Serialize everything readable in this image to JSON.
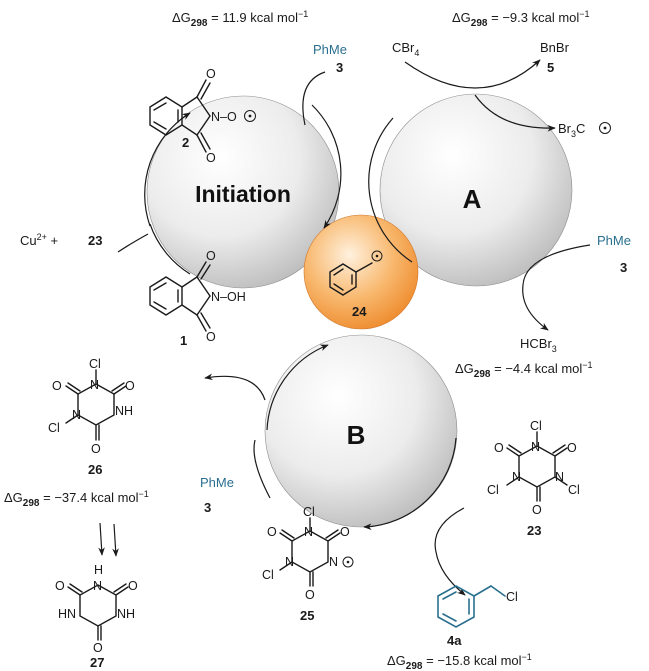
{
  "energies": {
    "initiation": "11.9",
    "cbr4_step": "−9.3",
    "hcbr3_step": "−4.4",
    "cyanuric_step": "−37.4",
    "benzyl_chloride_step": "−15.8",
    "delta_g_label": "ΔG",
    "subscript": "298",
    "unit": "kcal mol",
    "unit_exp": "−1"
  },
  "cycles": {
    "initiation": "Initiation",
    "a": "A",
    "b": "B"
  },
  "reagents": {
    "phme": "PhMe",
    "cbr4_main": "CBr",
    "cbr4_sub": "4",
    "bnbr": "BnBr",
    "br3c_main": "Br",
    "br3c_sub": "3",
    "br3c_tail": "C",
    "hcbr3_main": "HCBr",
    "hcbr3_sub": "3",
    "cu_main": "Cu",
    "cu_sup": "2+",
    "plus": "+"
  },
  "compounds": {
    "c1": "1",
    "c2": "2",
    "c3": "3",
    "c4a": "4a",
    "c5": "5",
    "c23": "23",
    "c24": "24",
    "c25": "25",
    "c26": "26",
    "c27": "27"
  },
  "atoms": {
    "O": "O",
    "N": "N",
    "Cl": "Cl",
    "NH": "NH",
    "HN": "HN",
    "H": "H",
    "N_O": "N–O",
    "N_OH": "N–OH"
  },
  "colors": {
    "sphere": "#d9d9d9",
    "center_orange": "#f5a04a",
    "chlorine": "#e0232a",
    "toluene_blue": "#2a6f8f"
  }
}
